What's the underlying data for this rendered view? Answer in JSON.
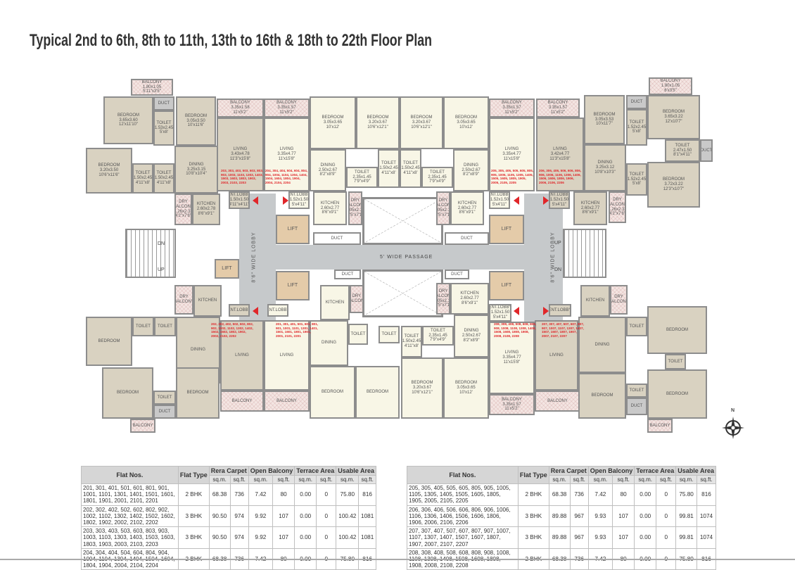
{
  "title": "Typical 2nd to 6th, 8th to 11th, 13th to 16th & 18th to 22th Floor Plan",
  "core": {
    "passage_label": "5' WIDE PASSAGE",
    "lobby_label": "8'6\" WIDE LOBBY",
    "stair_up": "UP",
    "stair_dn": "DN"
  },
  "compass": {
    "label": "N"
  },
  "colors": {
    "accent_red": "#e0262a",
    "three_bhk": "#d9d2c1",
    "two_bhk": "#f8f6e6",
    "lobby": "#c6c9cb",
    "lift": "#e4cba9"
  },
  "rooms": [
    {
      "name": "BALCONY",
      "m": "1.80x1.05",
      "ft": "5'11\"x3'5\""
    },
    {
      "name": "DUCT"
    },
    {
      "name": "BEDROOM",
      "m": "3.65x3.60",
      "ft": "12'x11'10\""
    },
    {
      "name": "TOILET",
      "m": "1.53x2.45",
      "ft": "5'x8'"
    },
    {
      "name": "BEDROOM",
      "m": "3.05x3.50",
      "ft": "10'x11'6\""
    },
    {
      "name": "BEDROOM",
      "m": "3.20x3.50",
      "ft": "10'6\"x11'6\""
    },
    {
      "name": "TOILET",
      "m": "1.50x2.45",
      "ft": "4'11\"x8'"
    },
    {
      "name": "TOILET",
      "m": "1.50x2.45",
      "ft": "4'11\"x8'"
    },
    {
      "name": "DINING",
      "m": "3.25x3.15",
      "ft": "10'8\"x10'4\""
    },
    {
      "name": "BALCONY",
      "m": "3.35x1.58",
      "ft": "11'x5'2\""
    },
    {
      "name": "LIVING",
      "m": "3.43x4.78",
      "ft": "11'3\"x15'8\""
    },
    {
      "name": "DRY BALCONY",
      "m": "1.26x2.33",
      "ft": "4'2\"x7'8\""
    },
    {
      "name": "KITCHEN",
      "m": "2.60x2.78",
      "ft": "8'6\"x9'1\""
    },
    {
      "name": "ENT.LOBBY",
      "m": "1.50x1.50",
      "ft": "4'11\"x4'11\""
    },
    {
      "name": "BALCONY",
      "m": "3.35x1.57",
      "ft": "11'x5'2\""
    },
    {
      "name": "LIVING",
      "m": "3.35x4.77",
      "ft": "11'x15'8\""
    },
    {
      "name": "BEDROOM",
      "m": "3.05x3.65",
      "ft": "10'x12'"
    },
    {
      "name": "DINING",
      "m": "2.50x2.67",
      "ft": "8'2\"x8'9\""
    },
    {
      "name": "TOILET",
      "m": "2.35x1.45",
      "ft": "7'9\"x4'9\""
    },
    {
      "name": "BEDROOM",
      "m": "3.20x3.67",
      "ft": "10'6\"x12'1\""
    },
    {
      "name": "TOILET",
      "m": "1.50x2.45",
      "ft": "4'11\"x8'"
    },
    {
      "name": "KITCHEN",
      "m": "2.60x2.77",
      "ft": "8'6\"x9'1\""
    },
    {
      "name": "DRY BALCONY",
      "m": "1.05x2.15",
      "ft": "3'5\"x7'1\""
    },
    {
      "name": "ENT.LOBBY",
      "m": "1.52x1.50",
      "ft": "5'x4'11\""
    },
    {
      "name": "BEDROOM",
      "m": "3.20x3.67",
      "ft": "10'6\"x12'1\""
    },
    {
      "name": "TOILET",
      "m": "1.50x2.45",
      "ft": "4'11\"x8'"
    },
    {
      "name": "TOILET",
      "m": "2.35x1.45",
      "ft": "7'9\"x4'9\""
    },
    {
      "name": "BEDROOM",
      "m": "3.05x3.65",
      "ft": "10'x12'"
    },
    {
      "name": "DINING",
      "m": "2.50x2.67",
      "ft": "8'2\"x8'9\""
    },
    {
      "name": "DRY BALCONY",
      "m": "1.05x2.15",
      "ft": "3'5\"x7'1\""
    },
    {
      "name": "KITCHEN",
      "m": "2.60x2.77",
      "ft": "8'6\"x9'1\""
    },
    {
      "name": "BALCONY",
      "m": "3.35x1.57",
      "ft": "11'x5'2\""
    },
    {
      "name": "LIVING",
      "m": "3.35x4.77",
      "ft": "11'x15'8\""
    },
    {
      "name": "ENT.LOBBY",
      "m": "1.52x1.50",
      "ft": "5'x4'11\""
    },
    {
      "name": "BALCONY",
      "m": "3.35x1.57",
      "ft": "11'x5'2\""
    },
    {
      "name": "LIVING",
      "m": "3.42x4.77",
      "ft": "11'3\"x15'8\""
    },
    {
      "name": "BEDROOM",
      "m": "3.05x3.53",
      "ft": "10'x11'7\""
    },
    {
      "name": "DUCT"
    },
    {
      "name": "TOILET",
      "m": "1.52x2.45",
      "ft": "5'x8'"
    },
    {
      "name": "BALCONY",
      "m": "1.80x1.05",
      "ft": "6'x3'5\""
    },
    {
      "name": "BEDROOM",
      "m": "3.65x3.22",
      "ft": "12'x10'7\""
    },
    {
      "name": "TOILET",
      "m": "2.47x1.50",
      "ft": "8'1\"x4'11\""
    },
    {
      "name": "DUCT"
    },
    {
      "name": "DINING",
      "m": "3.25x3.12",
      "ft": "10'8\"x10'3\""
    },
    {
      "name": "TOILET",
      "m": "1.52x2.45",
      "ft": "5'x8'"
    },
    {
      "name": "BEDROOM",
      "m": "3.72x3.22",
      "ft": "12'3\"x10'7\""
    },
    {
      "name": "KITCHEN",
      "m": "2.60x2.77",
      "ft": "8'6\"x9'1\""
    },
    {
      "name": "DRY BALCONY",
      "m": "1.26x2.32",
      "ft": "4'2\"x7'8\""
    },
    {
      "name": "ENT.LOBBY",
      "m": "1.52x1.50",
      "ft": "5'x4'11\""
    },
    {
      "name": "LIFT"
    },
    {
      "name": "LIFT"
    },
    {
      "name": "LIFT"
    },
    {
      "name": "LIFT"
    },
    {
      "name": "LIFT"
    },
    {
      "name": "DUCT"
    },
    {
      "name": "DUCT"
    },
    {
      "name": "DUCT"
    },
    {
      "name": "DUCT"
    },
    {
      "name": "DRY BALCONY"
    },
    {
      "name": "KITCHEN"
    },
    {
      "name": "ENT.LOBBY"
    },
    {
      "name": "TOILET"
    },
    {
      "name": "TOILET"
    },
    {
      "name": "BEDROOM"
    },
    {
      "name": "DINING"
    },
    {
      "name": "BEDROOM"
    },
    {
      "name": "TOILET"
    },
    {
      "name": "DUCT"
    },
    {
      "name": "BEDROOM"
    },
    {
      "name": "BALCONY"
    },
    {
      "name": "LIVING"
    },
    {
      "name": "BALCONY"
    },
    {
      "name": "ENT.LOBBY"
    },
    {
      "name": "LIVING"
    },
    {
      "name": "BALCONY"
    },
    {
      "name": "KITCHEN"
    },
    {
      "name": "DRY BALCONY"
    },
    {
      "name": "DINING"
    },
    {
      "name": "TOILET"
    },
    {
      "name": "TOILET"
    },
    {
      "name": "BEDROOM"
    },
    {
      "name": "BEDROOM"
    },
    {
      "name": "TOILET",
      "m": "1.50x2.45",
      "ft": "4'11\"x8'"
    },
    {
      "name": "TOILET",
      "m": "2.35x1.45",
      "ft": "7'9\"x4'9\""
    },
    {
      "name": "BEDROOM",
      "m": "3.20x3.67",
      "ft": "10'6\"x12'1\""
    },
    {
      "name": "BEDROOM",
      "m": "3.05x3.65",
      "ft": "10'x12'"
    },
    {
      "name": "DRY BALCONY",
      "m": "1.05x2.15",
      "ft": "3'5\"x7'1\""
    },
    {
      "name": "KITCHEN",
      "m": "2.60x2.77",
      "ft": "8'6\"x9'1\""
    },
    {
      "name": "DINING",
      "m": "2.50x2.67",
      "ft": "8'2\"x8'9\""
    },
    {
      "name": "ENT.LOBBY",
      "m": "1.52x1.50",
      "ft": "5'x4'11\""
    },
    {
      "name": "LIVING",
      "m": "3.35x4.77",
      "ft": "11'x15'8\""
    },
    {
      "name": "BALCONY",
      "m": "3.35x1.57",
      "ft": "11'x5'2\""
    },
    {
      "name": "ENT.LOBBY"
    },
    {
      "name": "LIVING"
    },
    {
      "name": "BALCONY"
    },
    {
      "name": "KITCHEN"
    },
    {
      "name": "DRY BALCONY"
    },
    {
      "name": "DINING"
    },
    {
      "name": "TOILET"
    },
    {
      "name": "BEDROOM"
    },
    {
      "name": "TOILET"
    },
    {
      "name": "BEDROOM"
    },
    {
      "name": "TOILET"
    },
    {
      "name": "DUCT"
    },
    {
      "name": "BEDROOM"
    },
    {
      "name": "BALCONY"
    }
  ],
  "flat_labels": [
    "203, 303, 403, 503, 603, 803, 903, 1003, 1103, 1303, 1403, 1503, 1603, 1803, 1903, 2003, 2103, 2203",
    "204, 304, 404, 504, 604, 804, 904, 1004, 1104, 1304, 1404, 1504, 1604, 1804, 1904, 2004, 2104, 2204",
    "205, 305, 405, 505, 605, 805, 905, 1005, 1105, 1305, 1405, 1505, 1605, 1805, 1905, 2005, 2105, 2205",
    "206, 306, 406, 506, 606, 806, 906, 1006, 1106, 1306, 1406, 1506, 1606, 1806, 1906, 2006, 2106, 2206",
    "202, 302, 402, 502, 602, 802, 902, 1002, 1102, 1302, 1402, 1502, 1602, 1802, 1902, 2002, 2102, 2202",
    "201, 301, 401, 501, 601, 801, 901, 1001, 1101, 1301, 1401, 1501, 1601, 1801, 1901, 2001, 2101, 2201",
    "208, 308, 408, 508, 608, 808, 908, 1008, 1108, 1308, 1408, 1508, 1608, 1808, 1908, 2008, 2108, 2208",
    "207, 307, 407, 507, 607, 807, 907, 1007, 1107, 1307, 1407, 1507, 1607, 1807, 1907, 2007, 2107, 2207"
  ],
  "table_headers": {
    "flat_nos": "Flat Nos.",
    "flat_type": "Flat Type",
    "rera": "Rera Carpet",
    "balcony": "Open Balcony",
    "terrace": "Terrace Area",
    "usable": "Usable Area",
    "sqm": "sq.m.",
    "sqft": "sq.ft."
  },
  "tables": [
    {
      "rows": [
        {
          "flats": "201, 301, 401, 501, 601, 801, 901, 1001, 1101, 1301, 1401, 1501, 1601, 1801, 1901, 2001, 2101, 2201",
          "type": "2 BHK",
          "v": [
            "68.38",
            "736",
            "7.42",
            "80",
            "0.00",
            "0",
            "75.80",
            "816"
          ]
        },
        {
          "flats": "202, 302, 402, 502, 602, 802, 902, 1002, 1102, 1302, 1402, 1502, 1602, 1802, 1902, 2002, 2102, 2202",
          "type": "3 BHK",
          "v": [
            "90.50",
            "974",
            "9.92",
            "107",
            "0.00",
            "0",
            "100.42",
            "1081"
          ]
        },
        {
          "flats": "203, 303, 403, 503, 603, 803, 903, 1003, 1103, 1303, 1403, 1503, 1603, 1803, 1903, 2003, 2103, 2203",
          "type": "3 BHK",
          "v": [
            "90.50",
            "974",
            "9.92",
            "107",
            "0.00",
            "0",
            "100.42",
            "1081"
          ]
        },
        {
          "flats": "204, 304, 404, 504, 604, 804, 904, 1004, 1104, 1304, 1404, 1504, 1604, 1804, 1904, 2004, 2104, 2204",
          "type": "2 BHK",
          "v": [
            "68.38",
            "736",
            "7.42",
            "80",
            "0.00",
            "0",
            "75.80",
            "816"
          ]
        }
      ]
    },
    {
      "rows": [
        {
          "flats": "205, 305, 405, 505, 605, 805, 905, 1005, 1105, 1305, 1405, 1505, 1605, 1805, 1905, 2005, 2105, 2205",
          "type": "2 BHK",
          "v": [
            "68.38",
            "736",
            "7.42",
            "80",
            "0.00",
            "0",
            "75.80",
            "816"
          ]
        },
        {
          "flats": "206, 306, 406, 506, 606, 806, 906, 1006, 1106, 1306, 1406, 1506, 1606, 1806, 1906, 2006, 2106, 2206",
          "type": "3 BHK",
          "v": [
            "89.88",
            "967",
            "9.93",
            "107",
            "0.00",
            "0",
            "99.81",
            "1074"
          ]
        },
        {
          "flats": "207, 307, 407, 507, 607, 807, 907, 1007, 1107, 1307, 1407, 1507, 1607, 1807, 1907, 2007, 2107, 2207",
          "type": "3 BHK",
          "v": [
            "89.88",
            "967",
            "9.93",
            "107",
            "0.00",
            "0",
            "99.81",
            "1074"
          ]
        },
        {
          "flats": "208, 308, 408, 508, 608, 808, 908, 1008, 1108, 1308, 1408, 1508, 1608, 1808, 1908, 2008, 2108, 2208",
          "type": "2 BHK",
          "v": [
            "68.38",
            "736",
            "7.42",
            "80",
            "0.00",
            "0",
            "75.80",
            "816"
          ]
        }
      ]
    }
  ]
}
